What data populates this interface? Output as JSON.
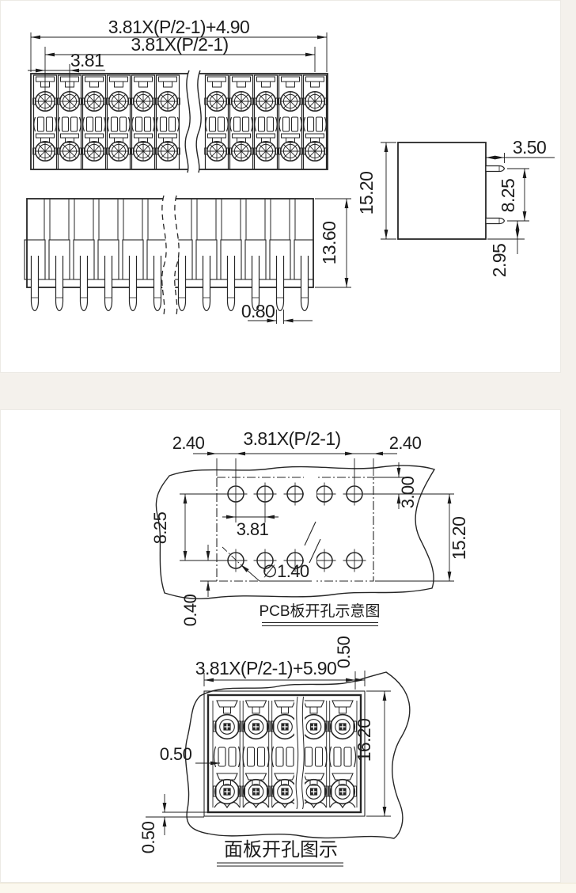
{
  "colors": {
    "line": "#262626",
    "dim_line": "#1c1c1c",
    "card_bg": "#ffffff",
    "page_bg": "#f4f1ec",
    "bottom_strip_bg": "#fbf8ee"
  },
  "card1": {
    "top_view": {
      "dim_total_width": "3.81X(P/2-1)+4.90",
      "dim_pin_span": "3.81X(P/2-1)",
      "dim_pitch": "3.81"
    },
    "front_view": {
      "dim_body_height": "13.60",
      "dim_pin_width": "0.80"
    },
    "side_view": {
      "dim_body_height": "15.20",
      "dim_pin_length": "3.50",
      "dim_pin_row_spacing": "8.25",
      "dim_pin_bottom_offset": "2.95"
    }
  },
  "card2": {
    "pcb_view": {
      "dim_edge_left": "2.40",
      "dim_hole_span": "3.81X(P/2-1)",
      "dim_edge_right": "2.40",
      "dim_top_row_offset": "3.00",
      "dim_row_spacing": "8.25",
      "dim_pitch": "3.81",
      "dim_hole_diameter": "∅1.40",
      "dim_total_height": "15.20",
      "dim_bottom_offset": "0.40",
      "caption": "PCB板开孔示意图"
    },
    "panel_view": {
      "dim_cutout_width": "3.81X(P/2-1)+5.90",
      "dim_clearance_top_right": "0.50",
      "dim_cutout_height": "16.20",
      "dim_clearance_left": "0.50",
      "dim_clearance_bottom": "0.50",
      "caption": "面板开孔图示"
    }
  }
}
